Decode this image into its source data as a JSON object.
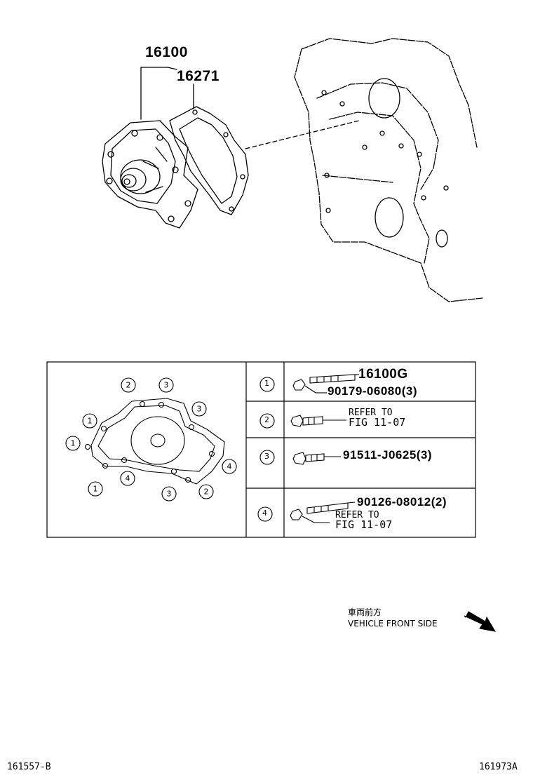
{
  "callouts": {
    "assembly": "16100",
    "gasket": "16271"
  },
  "table": {
    "markers": [
      "1",
      "2",
      "3",
      "4"
    ],
    "rows": [
      {
        "marker": "1",
        "lines": [
          "16100G",
          "90179-06080(3)"
        ]
      },
      {
        "marker": "2",
        "ref_label": "REFER TO",
        "ref_fig": "FIG 11-07"
      },
      {
        "marker": "3",
        "lines": [
          "91511-J0625(3)"
        ]
      },
      {
        "marker": "4",
        "lines": [
          "90126-08012(2)"
        ],
        "ref_label": "REFER TO",
        "ref_fig": "FIG 11-07"
      }
    ]
  },
  "direction": {
    "jp": "車両前方",
    "en": "VEHICLE FRONT SIDE"
  },
  "footer": {
    "left_code": "161557-B",
    "right_code": "161973A"
  }
}
